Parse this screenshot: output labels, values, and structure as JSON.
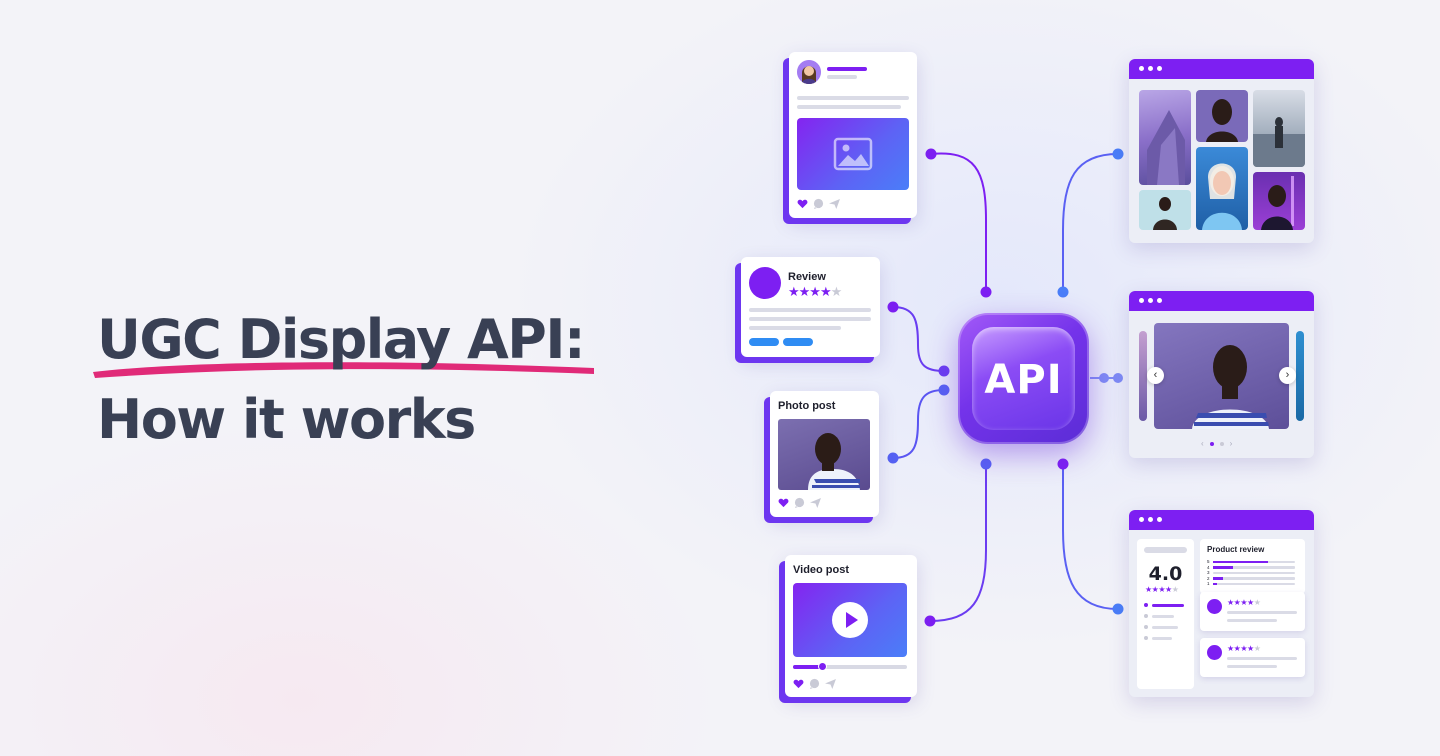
{
  "headline": {
    "line1": "UGC Display API:",
    "line2": "How it works"
  },
  "cards": {
    "review": {
      "title": "Review"
    },
    "photo": {
      "title": "Photo post"
    },
    "video": {
      "title": "Video post"
    }
  },
  "api": {
    "label": "API"
  },
  "product_review": {
    "title": "Product review",
    "rating": "4.0",
    "levels": [
      "5",
      "4",
      "3",
      "2",
      "1"
    ]
  },
  "colors": {
    "accent": "#7d1ff2",
    "text": "#394054",
    "underline": "#e02a78"
  }
}
